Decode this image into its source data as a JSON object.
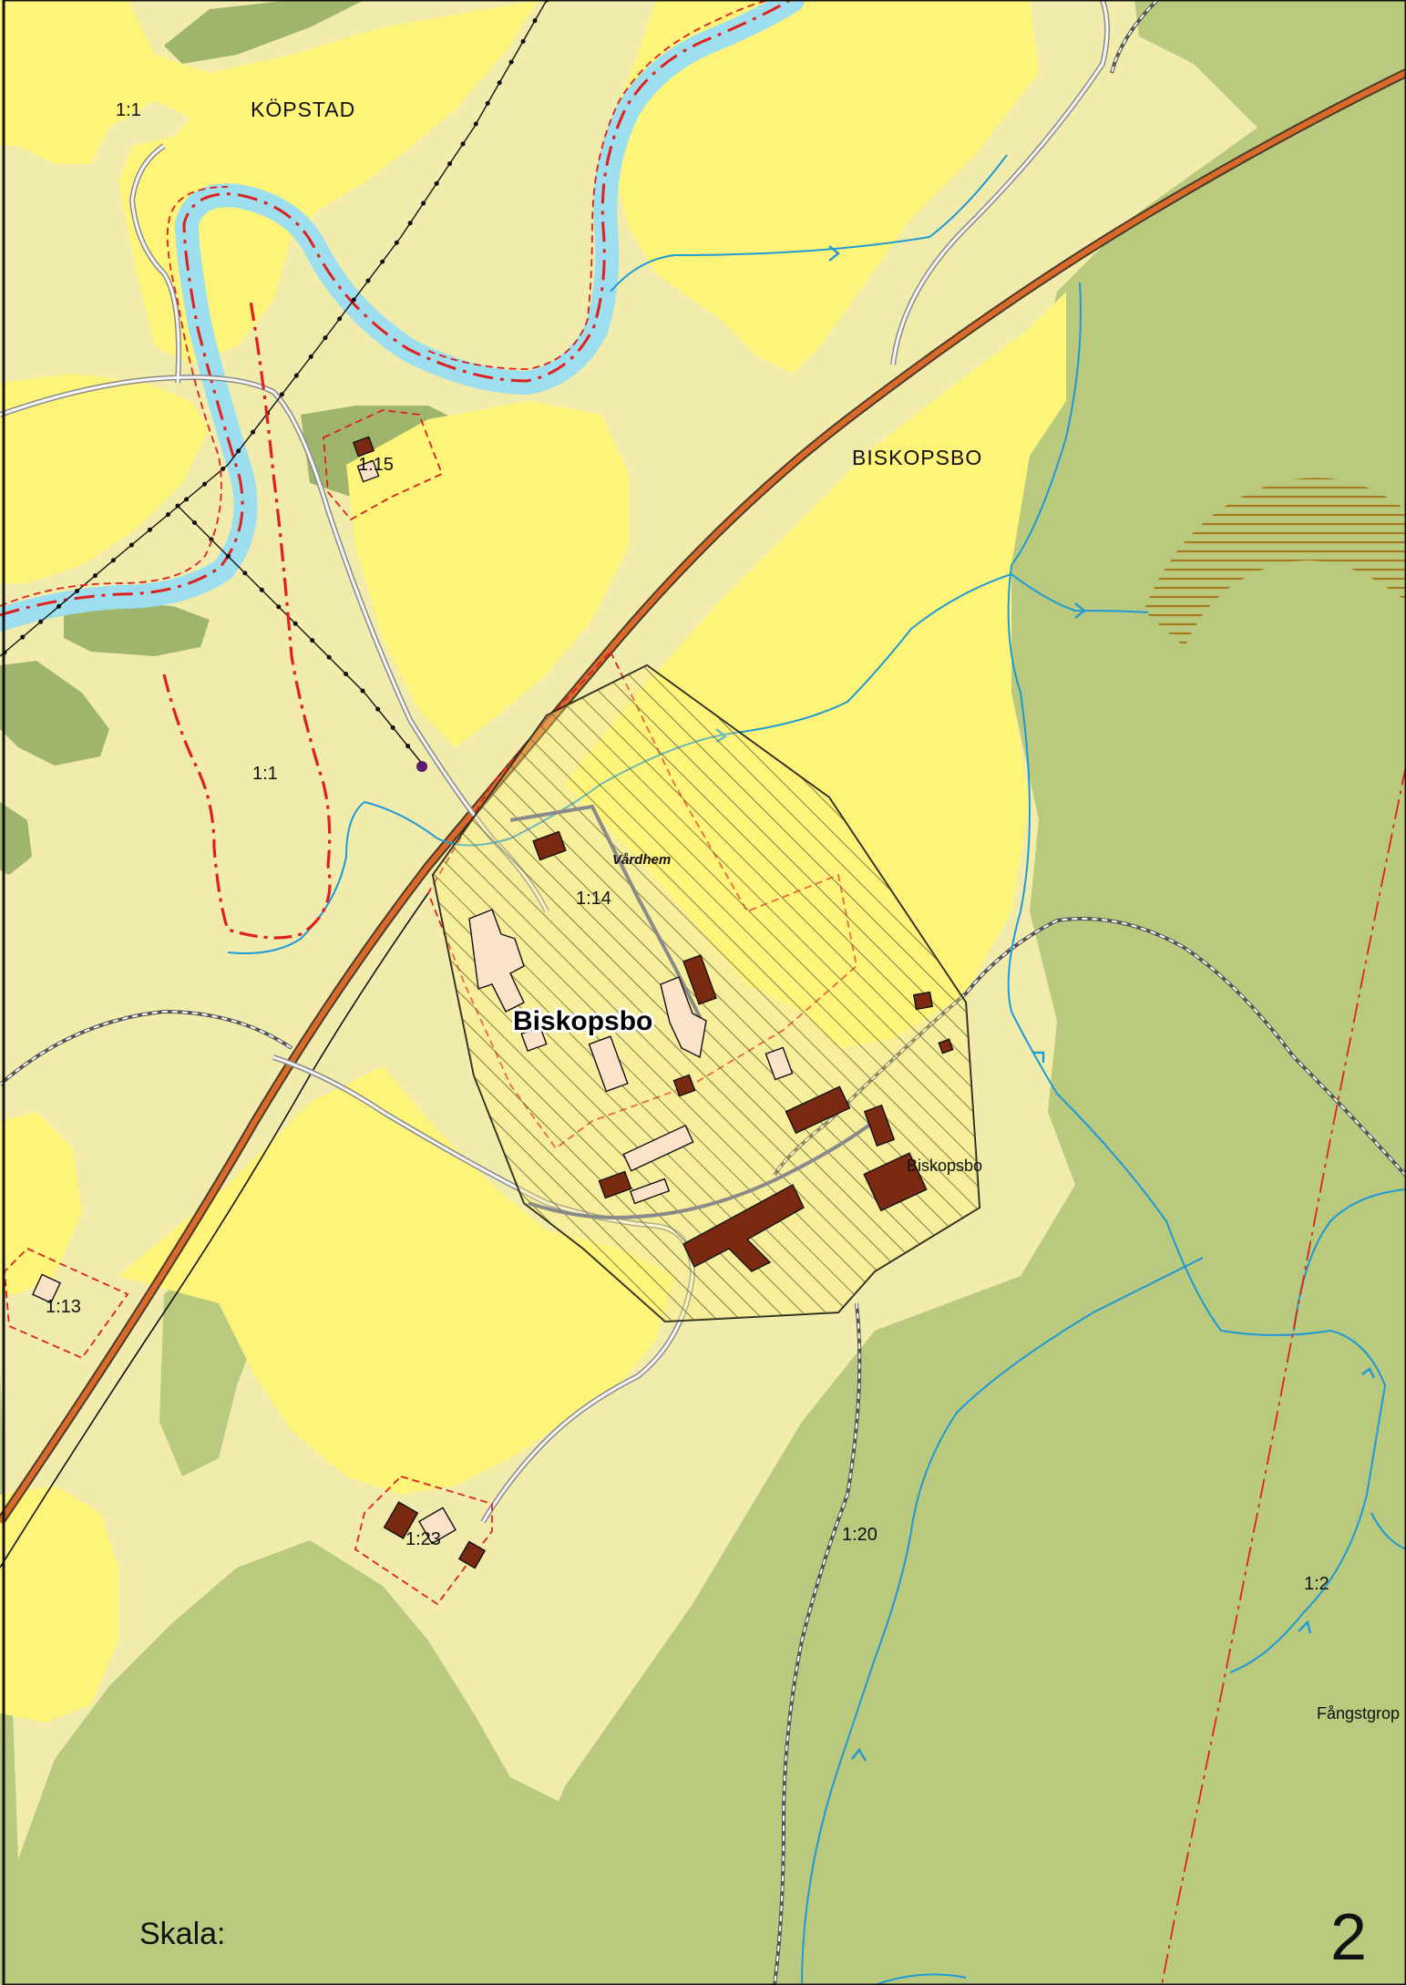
{
  "map": {
    "labels": {
      "kopstad": "KÖPSTAD",
      "biskopsbo_area": "BISKOPSBO",
      "biskopsbo_main": "Biskopsbo",
      "biskopsbo_farm": "Biskopsbo",
      "vardhem": "Vårdhem",
      "fangstgrop": "Fångstgrop"
    },
    "parcels": {
      "p1_1_top": "1:1",
      "p1_1_mid": "1:1",
      "p1_15": "1:15",
      "p1_14": "1:14",
      "p1_13": "1:13",
      "p1_23": "1:23",
      "p1_20": "1:20",
      "p1_2": "1:2"
    },
    "scale_label": "Skala:",
    "page_number": "2",
    "colors": {
      "field_yellow": "#fff47a",
      "pasture_cream": "#f2ecac",
      "forest_green": "#b9c97d",
      "dark_green": "#9fb56c",
      "water": "#9ddfee",
      "stream": "#1e9ad6",
      "road_orange": "#d96a2a",
      "building_brown": "#7a2a10",
      "boundary_red": "#e0201e",
      "hatch_black": "#111111",
      "relic_brown": "#a8791e"
    }
  }
}
